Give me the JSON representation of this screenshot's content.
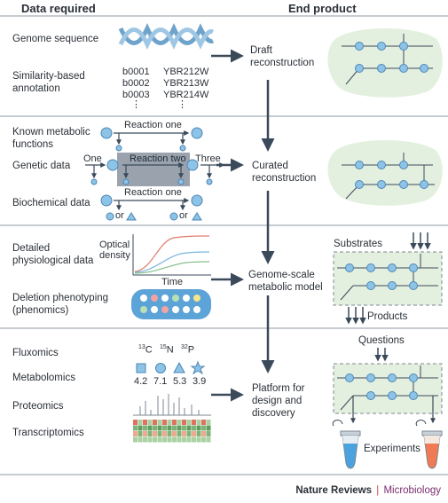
{
  "headers": {
    "left": "Data required",
    "right": "End product"
  },
  "stage1": {
    "inputs": [
      "Genome sequence",
      "Similarity-based\nannotation"
    ],
    "gene_ids_left": [
      "b0001",
      "b0002",
      "b0003"
    ],
    "gene_ids_right": [
      "YBR212W",
      "YBR213W",
      "YBR214W"
    ],
    "ellipsis": "⋮",
    "product": "Draft\nreconstruction"
  },
  "stage2": {
    "inputs": [
      "Known metabolic\nfunctions",
      "Genetic data",
      "Biochemical data"
    ],
    "reaction_one_top": "Reaction one",
    "reaction_two": "Reaction two",
    "reaction_one_bottom": "Reaction one",
    "one": "One",
    "three": "Three",
    "or_1": "or",
    "or_2": "or",
    "product": "Curated\nreconstruction"
  },
  "stage3": {
    "inputs": [
      "Detailed\nphysiological data",
      "Deletion phenotyping\n(phenomics)"
    ],
    "y_axis": "Optical\ndensity",
    "x_axis": "Time",
    "substrates": "Substrates",
    "products": "Products",
    "product": "Genome-scale\nmetabolic model"
  },
  "stage4": {
    "inputs": [
      "Fluxomics",
      "Metabolomics",
      "Proteomics",
      "Transcriptomics"
    ],
    "isotopes": [
      {
        "mass": "13",
        "symbol": "C"
      },
      {
        "mass": "15",
        "symbol": "N"
      },
      {
        "mass": "32",
        "symbol": "P"
      }
    ],
    "metabolite_values": [
      "4.2",
      "7.1",
      "5.3",
      "3.9"
    ],
    "questions": "Questions",
    "experiments": "Experiments",
    "product": "Platform for\ndesign and\ndiscovery"
  },
  "credit": {
    "journal": "Nature Reviews",
    "separator": "|",
    "section": "Microbiology"
  },
  "colors": {
    "node_blue": "#8dc3e6",
    "node_stroke": "#4d86b6",
    "line": "#3b4a5a",
    "green_blob": "#e4f0df",
    "grey_box": "#9aa3ad",
    "heatmap_red": "#e0735f",
    "heatmap_green": "#7fb37a",
    "tube_blue": "#4aa3df",
    "tube_orange": "#ef7b54"
  }
}
